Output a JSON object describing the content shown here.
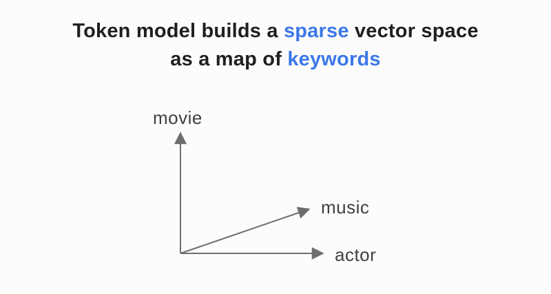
{
  "title": {
    "line1_part1": "Token model builds a ",
    "line1_highlight": "sparse",
    "line1_part2": " vector space",
    "line2_part1": "as a map of ",
    "line2_highlight": "keywords"
  },
  "diagram": {
    "vectors": [
      {
        "label": "movie",
        "direction": "up"
      },
      {
        "label": "music",
        "direction": "up-right-diagonal"
      },
      {
        "label": "actor",
        "direction": "right"
      }
    ]
  },
  "colors": {
    "background": "#fcfcfc",
    "title_text": "#1f1f1f",
    "highlight_blue": "#3b78e8",
    "axis_gray": "#6e6e6e",
    "label_gray": "#3f3f3f"
  }
}
